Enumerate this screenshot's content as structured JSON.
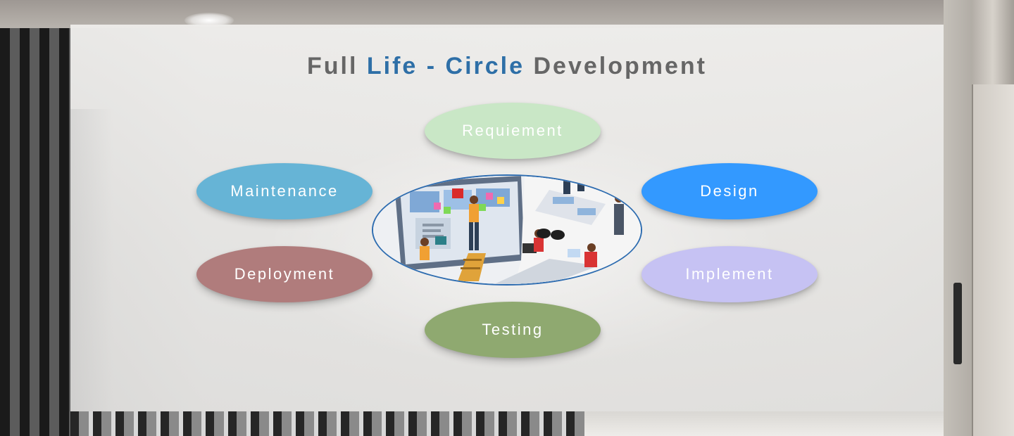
{
  "title": {
    "part1": "Full",
    "part2": "Life - Circle",
    "part3": "Development",
    "highlight_color": "#2e6fa7",
    "base_color": "#666666"
  },
  "stages": [
    {
      "id": "requirement",
      "label": "Requiement",
      "color": "#c9e7c6"
    },
    {
      "id": "maintenance",
      "label": "Maintenance",
      "color": "#66b4d6"
    },
    {
      "id": "design",
      "label": "Design",
      "color": "#3399ff"
    },
    {
      "id": "deployment",
      "label": "Deployment",
      "color": "#b07c7c"
    },
    {
      "id": "implement",
      "label": "Implement",
      "color": "#c6c2f3"
    },
    {
      "id": "testing",
      "label": "Testing",
      "color": "#8fa970"
    }
  ],
  "center_image": {
    "icon": "team-workspace-illustration"
  }
}
